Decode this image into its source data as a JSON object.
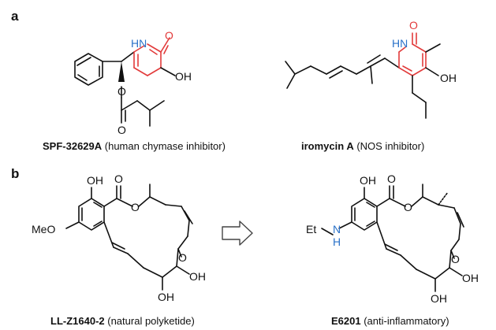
{
  "panels": {
    "a": "a",
    "b": "b"
  },
  "captions": {
    "spf": {
      "bold": "SPF-32629A",
      "rest": " (human chymase inhibitor)"
    },
    "iro": {
      "bold": "iromycin A",
      "rest": " (NOS inhibitor)"
    },
    "llz": {
      "bold": "LL-Z1640-2",
      "rest": " (natural polyketide)"
    },
    "e62": {
      "bold": "E6201",
      "rest": " (anti-inflammatory)"
    }
  },
  "atoms": {
    "O": "O",
    "HN": "HN",
    "OH": "OH",
    "MeO": "MeO",
    "Et": "Et",
    "N": "N",
    "H": "H"
  },
  "colors": {
    "pyridone": "#e23b3b",
    "nitrogen": "#2a72c9",
    "ink": "#111111"
  }
}
